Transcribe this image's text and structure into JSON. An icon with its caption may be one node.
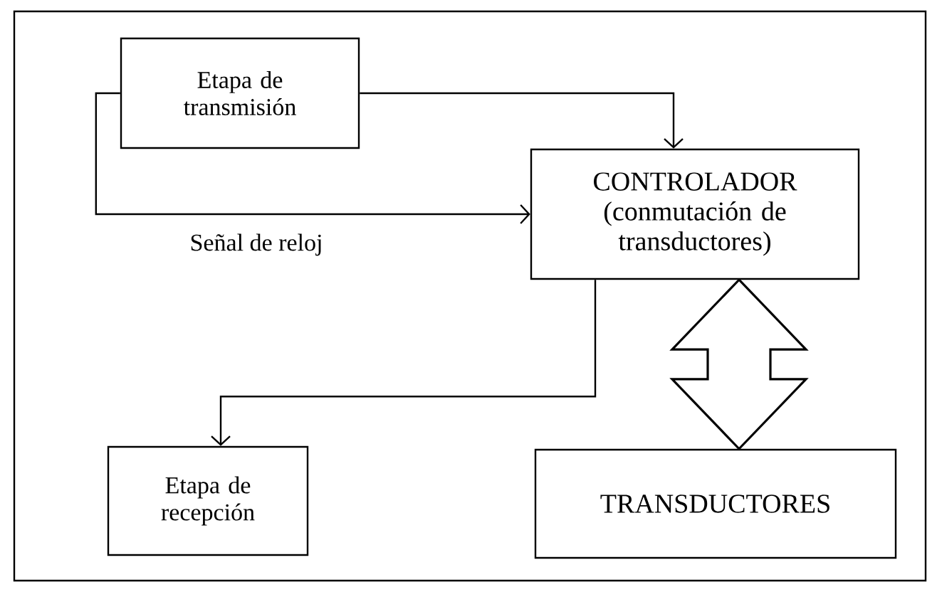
{
  "diagram": {
    "nodes": [
      {
        "text": [
          "Etapa de transmisión"
        ]
      },
      {
        "text": [
          "CONTROLADOR",
          "(conmutación de transductores)"
        ]
      },
      {
        "text": [
          "Etapa de recepción"
        ]
      },
      {
        "text": [
          "TRANSDUCTORES"
        ]
      }
    ],
    "edges": [
      {
        "from": 0,
        "to": 1,
        "arrow": "to"
      },
      {
        "from": 0,
        "to": 1,
        "arrow": "to",
        "label": "Señal de reloj"
      },
      {
        "from": 1,
        "to": 2,
        "arrow": "to"
      },
      {
        "from": 1,
        "to": 3,
        "arrow": "both",
        "style": "thick"
      }
    ]
  }
}
